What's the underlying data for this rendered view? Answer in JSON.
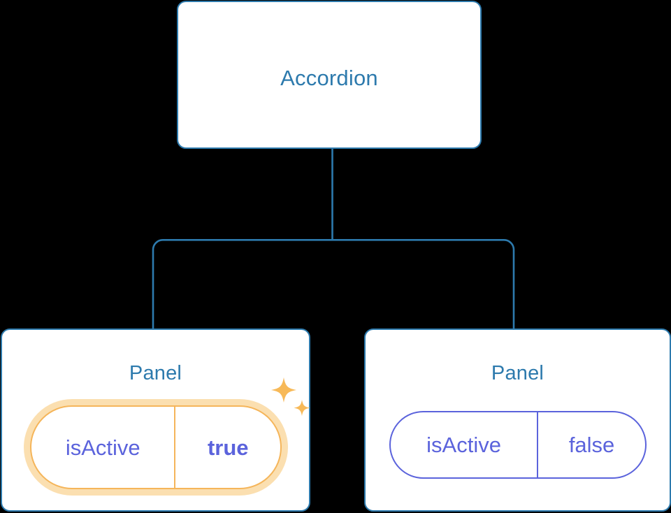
{
  "diagram": {
    "type": "component-tree",
    "background_color": "#000000",
    "node_border_color": "#2D7AAD",
    "node_title_color": "#2D7AAD",
    "connector_color": "#2D7AAD",
    "prop_color": "#5B63DC",
    "highlight_color": "#F5B55A",
    "highlight_glow_color": "#FBDFB0",
    "root": {
      "name": "root-node",
      "title": "Accordion"
    },
    "children": [
      {
        "name": "panel-left",
        "title": "Panel",
        "highlighted": true,
        "prop": {
          "key": "isActive",
          "value": "true"
        },
        "sparkle_icon": "sparkles-icon"
      },
      {
        "name": "panel-right",
        "title": "Panel",
        "highlighted": false,
        "prop": {
          "key": "isActive",
          "value": "false"
        }
      }
    ]
  }
}
